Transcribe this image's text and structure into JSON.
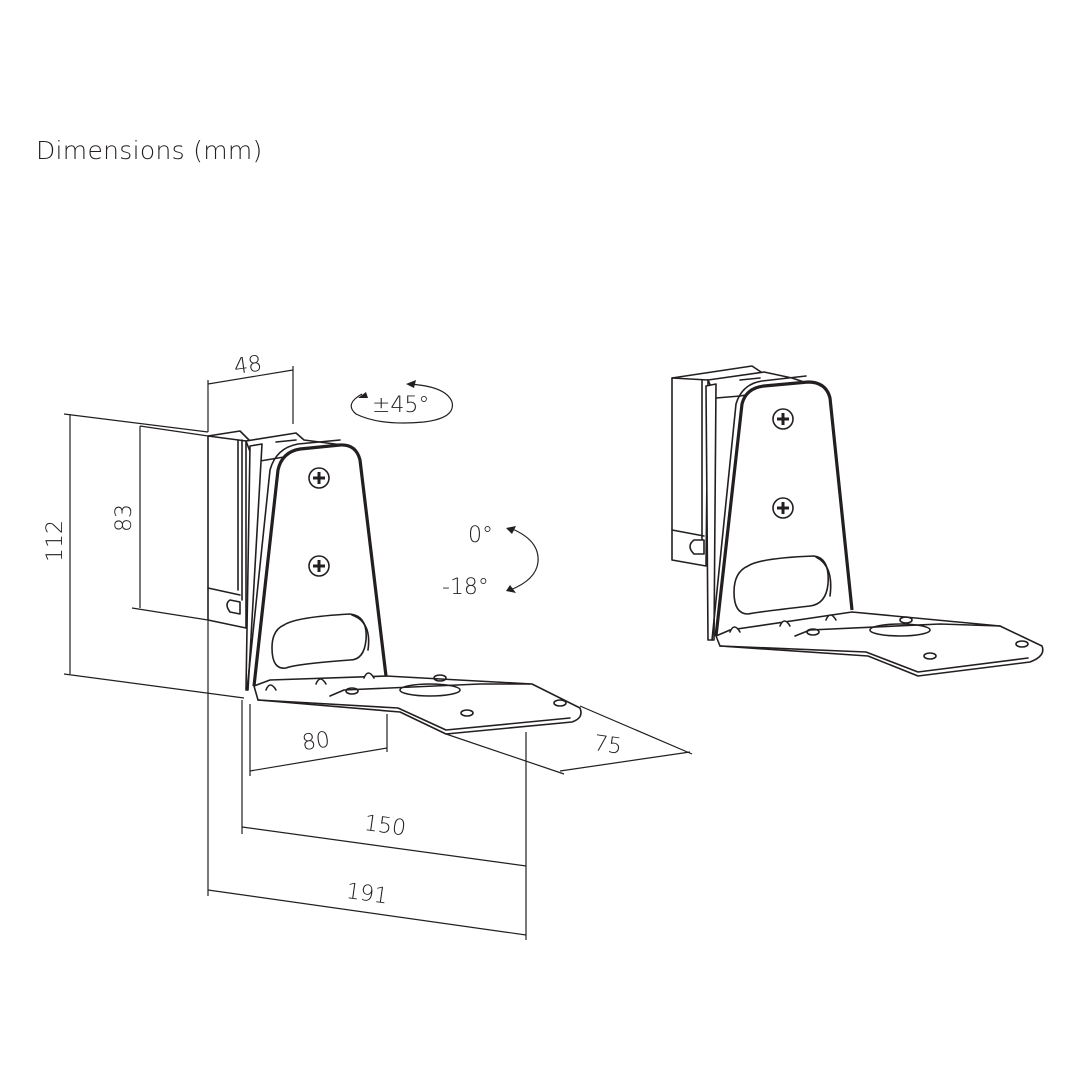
{
  "title": "Dimensions (mm)",
  "dimensions": {
    "depth_top": "48",
    "height_total": "112",
    "height_plate": "83",
    "base_inner": "80",
    "base_width": "75",
    "base_length": "150",
    "overall_length": "191"
  },
  "angles": {
    "swivel": "±45°",
    "tilt_top": "0°",
    "tilt_bottom": "-18°"
  },
  "colors": {
    "line": "#231f20",
    "background": "#ffffff"
  }
}
